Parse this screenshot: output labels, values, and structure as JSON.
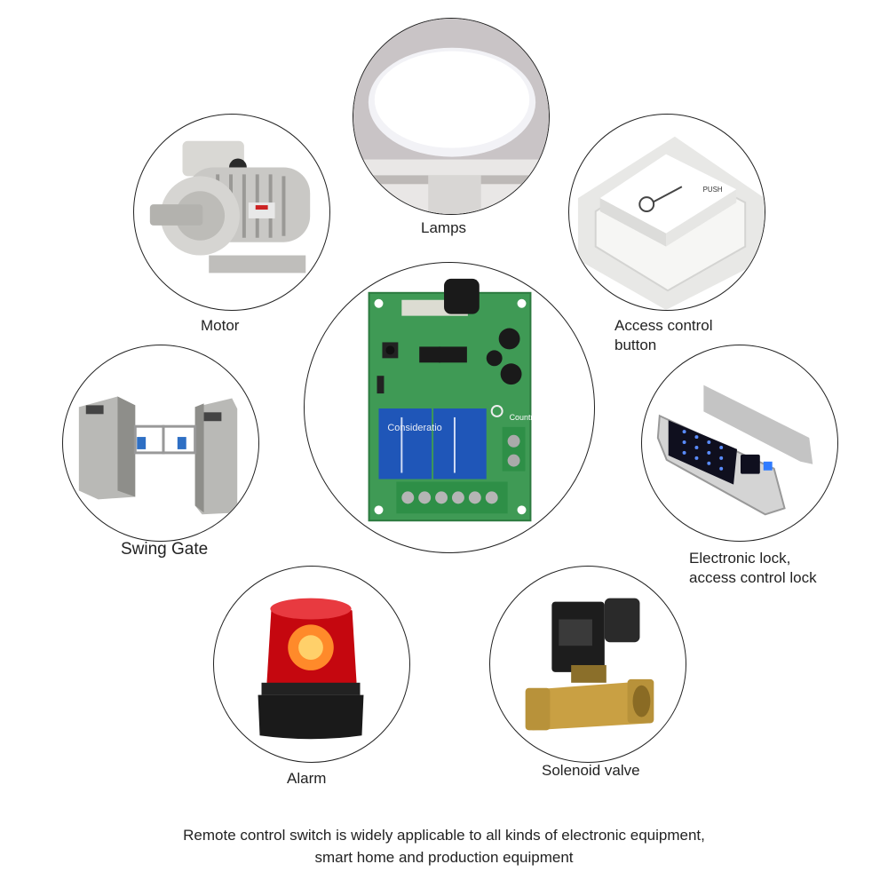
{
  "items": {
    "lamps": {
      "label": "Lamps",
      "icon": "ceiling-lamp-icon"
    },
    "motor": {
      "label": "Motor",
      "icon": "electric-motor-icon"
    },
    "access_button": {
      "label_line1": "Access control",
      "label_line2": "button",
      "icon": "push-button-icon",
      "button_text": "PUSH"
    },
    "swing_gate": {
      "label": "Swing Gate",
      "icon": "turnstile-gate-icon"
    },
    "relay_board": {
      "icon": "relay-board-icon",
      "watermark1": "Consideratio",
      "watermark2": "Countr"
    },
    "electronic_lock": {
      "label_line1": "Electronic lock,",
      "label_line2": "access control lock",
      "icon": "keypad-lock-icon"
    },
    "alarm": {
      "label": "Alarm",
      "icon": "siren-light-icon"
    },
    "solenoid_valve": {
      "label": "Solenoid valve",
      "icon": "solenoid-valve-icon"
    }
  },
  "caption": {
    "line1": "Remote control switch is widely applicable to all kinds of electronic equipment,",
    "line2": "smart home and production equipment"
  },
  "colors": {
    "outline": "#222222",
    "pcb_green": "#3f9a55",
    "relay_blue": "#1f56b8",
    "terminal_green": "#2e8f47",
    "alarm_red": "#e0101a",
    "brass": "#c9a043"
  }
}
